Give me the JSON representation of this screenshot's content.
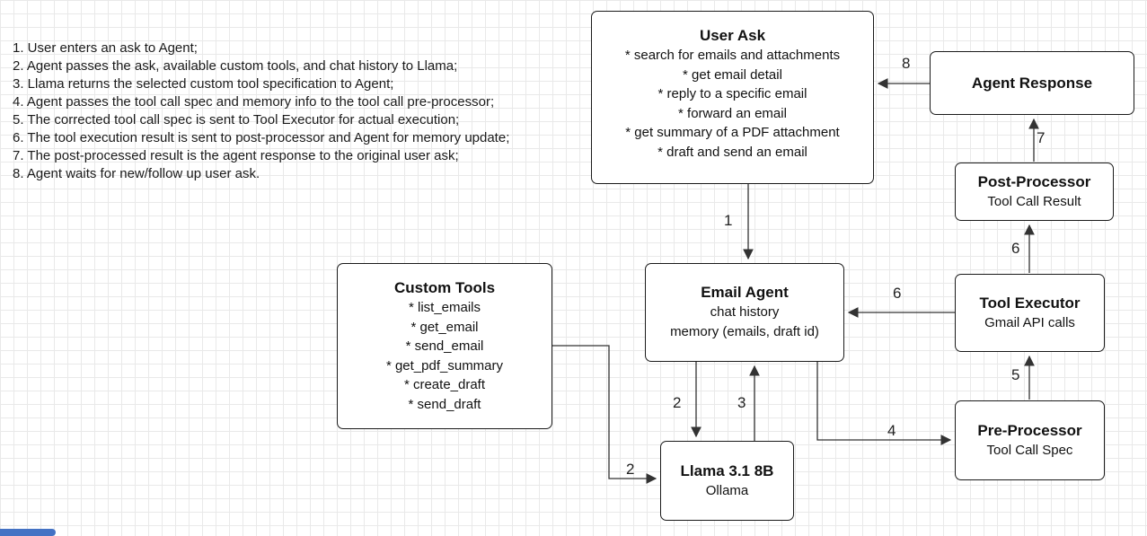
{
  "steps": [
    "1. User enters an ask to Agent;",
    "2. Agent passes the ask, available custom tools, and chat history to Llama;",
    "3. Llama returns the selected custom tool specification to Agent;",
    "4. Agent passes the tool call spec and memory info to the tool call pre-processor;",
    "5. The corrected tool call spec is sent to Tool Executor for actual execution;",
    "6. The tool execution result is sent to post-processor and Agent for memory update;",
    "7. The post-processed result is the agent response to the original user ask;",
    "8. Agent waits for new/follow up user ask."
  ],
  "nodes": {
    "user_ask": {
      "title": "User Ask",
      "items": [
        "* search for emails and attachments",
        "* get email detail",
        "* reply to a specific email",
        "* forward an email",
        "* get summary of a PDF attachment",
        "* draft and send an email"
      ]
    },
    "agent_response": {
      "title": "Agent Response"
    },
    "post_processor": {
      "title": "Post-Processor",
      "subtitle": "Tool Call Result"
    },
    "tool_executor": {
      "title": "Tool Executor",
      "subtitle": "Gmail API calls"
    },
    "pre_processor": {
      "title": "Pre-Processor",
      "subtitle": "Tool Call Spec"
    },
    "email_agent": {
      "title": "Email Agent",
      "lines": [
        "chat history",
        "memory (emails, draft id)"
      ]
    },
    "custom_tools": {
      "title": "Custom Tools",
      "items": [
        "* list_emails",
        "* get_email",
        "* send_email",
        "* get_pdf_summary",
        "* create_draft",
        "* send_draft"
      ]
    },
    "llama": {
      "title": "Llama 3.1 8B",
      "subtitle": "Ollama"
    }
  },
  "edge_labels": {
    "user_to_agent": "1",
    "agent_to_llama": "2",
    "tools_to_llama": "2",
    "llama_to_agent": "3",
    "agent_to_preprocessor": "4",
    "preprocessor_to_executor": "5",
    "executor_to_postprocessor": "6",
    "executor_to_agent": "6",
    "postprocessor_to_response": "7",
    "response_to_userask": "8"
  },
  "colors": {
    "arrow": "#333333",
    "node_border": "#1a1a1a",
    "node_fill": "#ffffff",
    "grid_line": "#e9e9e9",
    "scrollbar_blue": "#4472c4"
  }
}
